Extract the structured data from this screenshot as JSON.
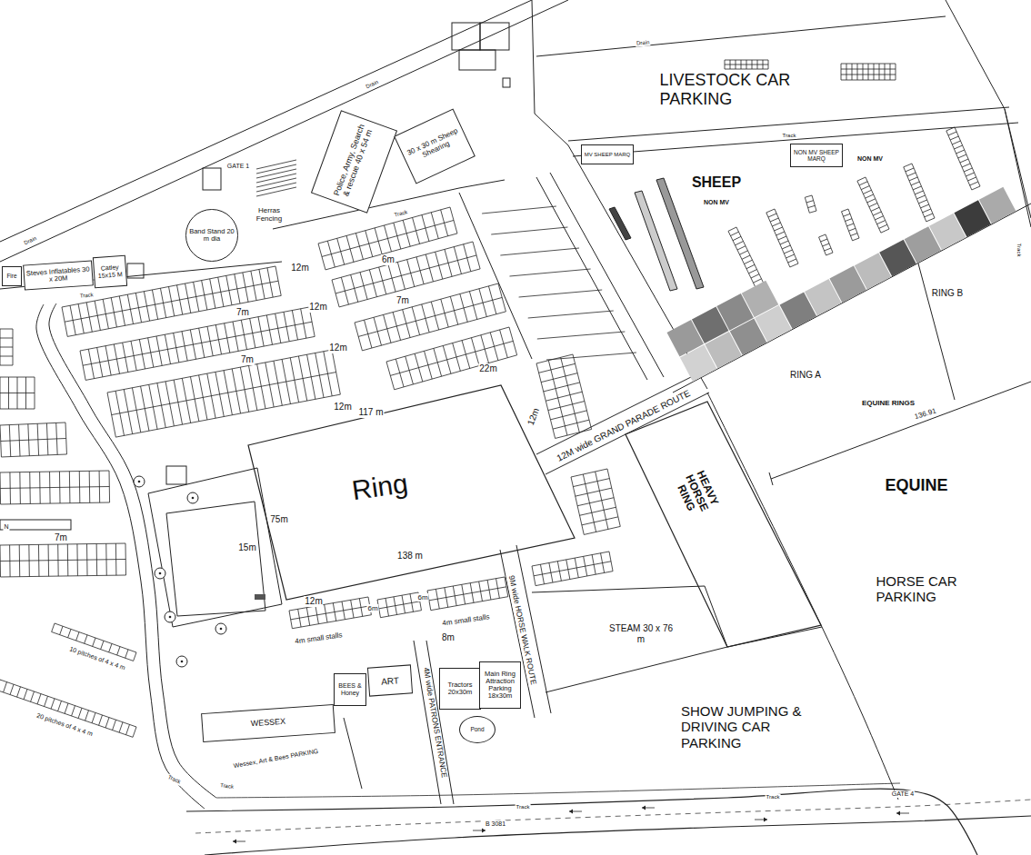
{
  "diagram": {
    "nodes": [
      {
        "text": [
          "MV SHEEP MARQ"
        ]
      },
      {
        "text": [
          "NON MV SHEEP MARQ"
        ]
      },
      {
        "text": [
          "Police, Army, Search & rescue 40 x 54 m"
        ]
      },
      {
        "text": [
          "30 x 30 m Sheep Shearing"
        ]
      },
      {
        "text": [
          "Band Stand 20 m dia"
        ]
      },
      {
        "text": [
          "Fire"
        ]
      },
      {
        "text": [
          "Steves Inflatables 30 x 20M"
        ]
      },
      {
        "text": [
          "Catley 15x15 M"
        ]
      },
      {
        "text": [
          "Ring"
        ]
      },
      {
        "text": [
          "HEAVY HORSE RING"
        ]
      },
      {
        "text": [
          "BEES & Honey"
        ]
      },
      {
        "text": [
          "ART"
        ]
      },
      {
        "text": [
          "Tractors 20x30m"
        ]
      },
      {
        "text": [
          "Main Ring Attraction Parking 18x30m"
        ]
      },
      {
        "text": [
          "WESSEX"
        ]
      },
      {
        "text": [
          "Pond"
        ]
      }
    ],
    "labels": [
      "LIVESTOCK CAR PARKING",
      "SHEEP",
      "NON MV",
      "NON MV",
      "RING B",
      "RING A",
      "EQUINE RINGS",
      "136.91",
      "EQUINE",
      "HORSE CAR PARKING",
      "SHOW JUMPING & DRIVING CAR PARKING",
      "GATE 4",
      "B 3081",
      "Track",
      "Track",
      "Track",
      "Track",
      "Track",
      "Track",
      "Track",
      "Track",
      "Drain",
      "Drain",
      "Drain",
      "GATE 1",
      "Herras Fencing",
      "12m",
      "6m",
      "12m",
      "7m",
      "7m",
      "12m",
      "7m",
      "22m",
      "12m",
      "12m",
      "117 m",
      "75m",
      "138 m",
      "15m",
      "12m",
      "6m",
      "6m",
      "4m small stalls",
      "4m small stalls",
      "8m",
      "12M wide GRAND PARADE ROUTE",
      "9M wide HORSE WALK ROUTE",
      "4M wide PATRONS ENTRANCE",
      "STEAM 30 x 76 m",
      "Wessex, Art & Bees PARKING",
      "10 pitches of 4 x 4 m",
      "20 pitches of 4 x 4 m",
      "7m",
      "N"
    ]
  }
}
